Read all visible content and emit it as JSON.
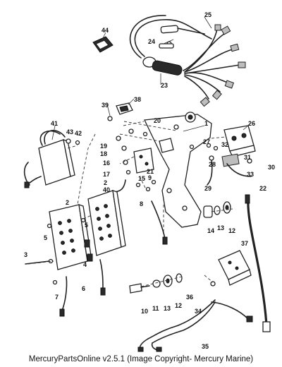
{
  "caption": "MercuryPartsOnline v2.5.1 (Image Copyright- Mercury Marine)",
  "callouts": {
    "c1": "1",
    "c2a": "2",
    "c2b": "2",
    "c4": "4",
    "c5a": "5",
    "c5b": "5",
    "c6": "6",
    "c7": "7",
    "c8": "8",
    "c9": "9",
    "c10": "10",
    "c11": "11",
    "c12a": "12",
    "c12b": "12",
    "c13a": "13",
    "c13b": "13",
    "c14": "14",
    "c15": "15",
    "c16": "16",
    "c17": "17",
    "c18": "18",
    "c19": "19",
    "c20": "20",
    "c21": "21",
    "c22": "22",
    "c23": "23",
    "c24": "24",
    "c25": "25",
    "c26": "26",
    "c27": "27",
    "c28": "28",
    "c29": "29",
    "c30": "30",
    "c31": "31",
    "c32": "32",
    "c33": "33",
    "c34": "34",
    "c35": "35",
    "c36": "36",
    "c37": "37",
    "c38": "38",
    "c39": "39",
    "c40": "40",
    "c41": "41",
    "c42": "42",
    "c43": "43",
    "c44": "44",
    "c3": "3"
  }
}
